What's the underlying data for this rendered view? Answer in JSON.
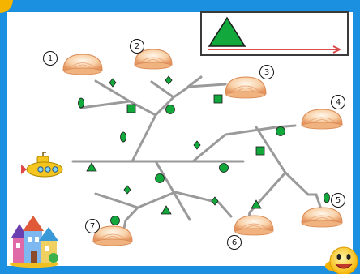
{
  "colors": {
    "background_blue": "#1b8fe0",
    "board": "#ffffff",
    "branch_line": "#9a9a9a",
    "shape_green": "#12a83c",
    "arrow_red": "#d94a4a",
    "shell_orange": "#f4b07a"
  },
  "legend": {
    "shape": "triangle",
    "direction": "right-arrow"
  },
  "shells": [
    {
      "number": "1",
      "icon": "shell-icon"
    },
    {
      "number": "2",
      "icon": "shell-icon"
    },
    {
      "number": "3",
      "icon": "shell-icon"
    },
    {
      "number": "4",
      "icon": "shell-icon"
    },
    {
      "number": "5",
      "icon": "shell-icon"
    },
    {
      "number": "6",
      "icon": "shell-icon"
    },
    {
      "number": "7",
      "icon": "shell-icon"
    }
  ],
  "characters": {
    "submarine": "submarine-icon",
    "castle": "castle-icon",
    "smiley": "smiley-thumbs-up-icon"
  }
}
